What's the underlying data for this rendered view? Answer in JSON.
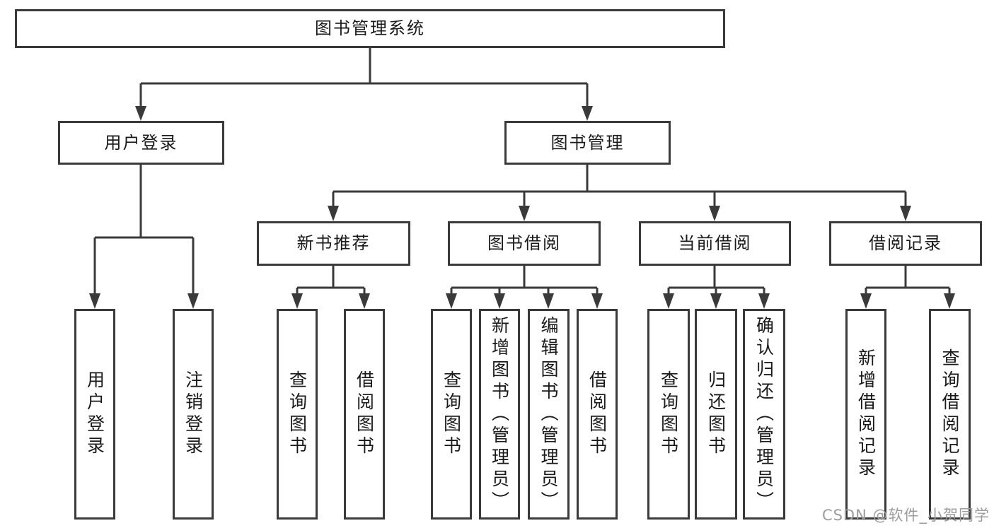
{
  "tree": {
    "label": "图书管理系统",
    "children": [
      {
        "label": "用户登录",
        "children": [
          {
            "label": "用户登录"
          },
          {
            "label": "注销登录"
          }
        ]
      },
      {
        "label": "图书管理",
        "children": [
          {
            "label": "新书推荐",
            "children": [
              {
                "label": "查询图书"
              },
              {
                "label": "借阅图书"
              }
            ]
          },
          {
            "label": "图书借阅",
            "children": [
              {
                "label": "查询图书"
              },
              {
                "label": "新增图书（管理员）"
              },
              {
                "label": "编辑图书（管理员）"
              },
              {
                "label": "借阅图书"
              }
            ]
          },
          {
            "label": "当前借阅",
            "children": [
              {
                "label": "查询图书"
              },
              {
                "label": "归还图书"
              },
              {
                "label": "确认归还（管理员）"
              }
            ]
          },
          {
            "label": "借阅记录",
            "children": [
              {
                "label": "新增借阅记录"
              },
              {
                "label": "查询借阅记录"
              }
            ]
          }
        ]
      }
    ]
  },
  "watermark": {
    "text": "CSDN @软件_小贺同学"
  },
  "colors": {
    "line": "#3a3a3a",
    "text": "#1a1a1a",
    "watermark": "#9c9c9c",
    "background": "#ffffff"
  }
}
